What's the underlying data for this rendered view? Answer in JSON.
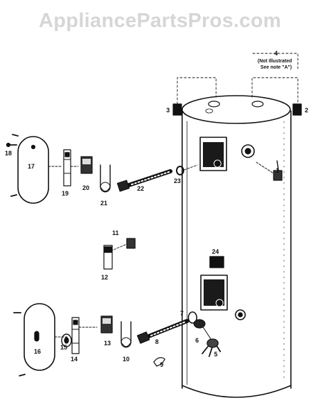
{
  "watermark": "AppliancePartsPros.com",
  "callouts": {
    "p1": "1",
    "p2": "2",
    "p3": "3",
    "p4": "4",
    "p5": "5",
    "p6": "6",
    "p7": "7",
    "p8": "8",
    "p9": "9",
    "p10": "10",
    "p11": "11",
    "p12": "12",
    "p13": "13",
    "p14": "14",
    "p15": "15",
    "p16": "16",
    "p17": "17",
    "p18": "18",
    "p19": "19",
    "p20": "20",
    "p21": "21",
    "p22": "22",
    "p23": "23",
    "p24": "24"
  },
  "note4": {
    "line1": "(Not Illustrated",
    "line2": "See note \"A\")"
  }
}
